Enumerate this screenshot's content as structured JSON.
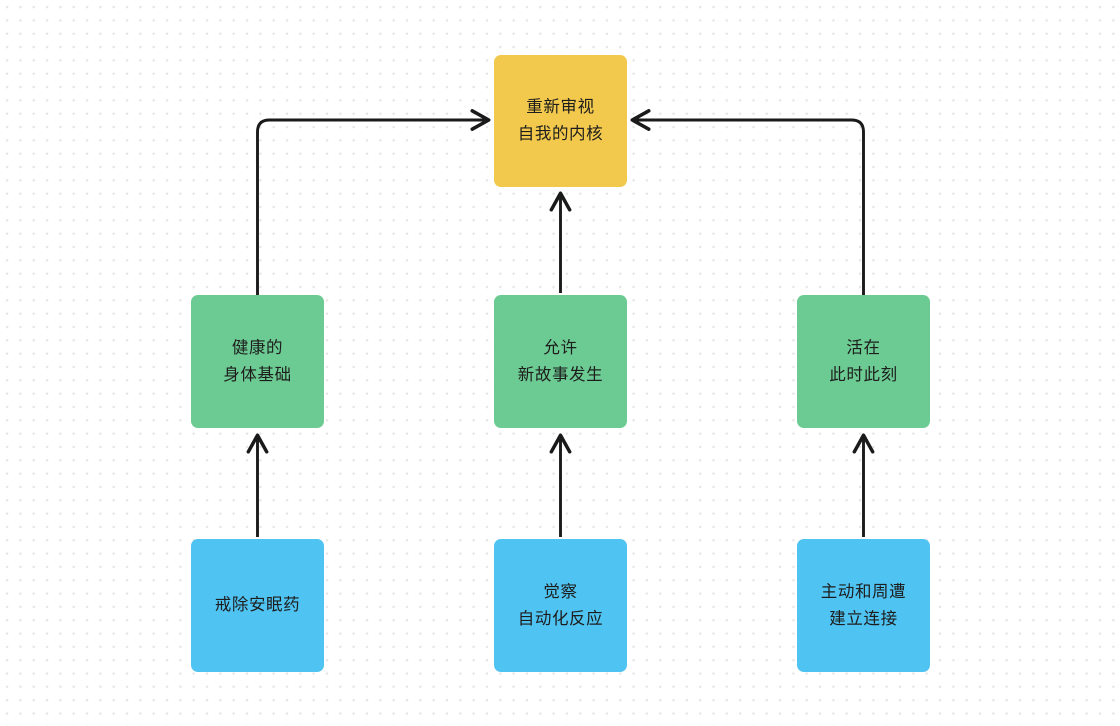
{
  "diagram": {
    "type": "flowchart",
    "background": {
      "color": "#ffffff",
      "grid": "dotted",
      "dot_color": "#e9e4e4"
    },
    "colors": {
      "core": "#f2c94c",
      "mid": "#6ccb92",
      "base": "#4fc3f1",
      "edge": "#1a1a1a",
      "text": "#1d1d1d"
    },
    "nodes": [
      {
        "id": "core",
        "level": "top",
        "color": "#f2c94c",
        "lines": [
          "重新审视",
          "自我的内核"
        ]
      },
      {
        "id": "mid-1",
        "level": "middle",
        "color": "#6ccb92",
        "lines": [
          "健康的",
          "身体基础"
        ]
      },
      {
        "id": "mid-2",
        "level": "middle",
        "color": "#6ccb92",
        "lines": [
          "允许",
          "新故事发生"
        ]
      },
      {
        "id": "mid-3",
        "level": "middle",
        "color": "#6ccb92",
        "lines": [
          "活在",
          "此时此刻"
        ]
      },
      {
        "id": "base-1",
        "level": "bottom",
        "color": "#4fc3f1",
        "lines": [
          "戒除安眠药"
        ]
      },
      {
        "id": "base-2",
        "level": "bottom",
        "color": "#4fc3f1",
        "lines": [
          "觉察",
          "自动化反应"
        ]
      },
      {
        "id": "base-3",
        "level": "bottom",
        "color": "#4fc3f1",
        "lines": [
          "主动和周遭",
          "建立连接"
        ]
      }
    ],
    "edges": [
      {
        "id": "edge-mid1-core",
        "from": "mid-1",
        "to": "core",
        "shape": "elbow",
        "arrow": "to"
      },
      {
        "id": "edge-mid2-core",
        "from": "mid-2",
        "to": "core",
        "shape": "straight",
        "arrow": "to"
      },
      {
        "id": "edge-mid3-core",
        "from": "mid-3",
        "to": "core",
        "shape": "elbow",
        "arrow": "to"
      },
      {
        "id": "edge-base1-mid1",
        "from": "base-1",
        "to": "mid-1",
        "shape": "straight",
        "arrow": "to"
      },
      {
        "id": "edge-base2-mid2",
        "from": "base-2",
        "to": "mid-2",
        "shape": "straight",
        "arrow": "to"
      },
      {
        "id": "edge-base3-mid3",
        "from": "base-3",
        "to": "mid-3",
        "shape": "straight",
        "arrow": "to"
      }
    ]
  }
}
